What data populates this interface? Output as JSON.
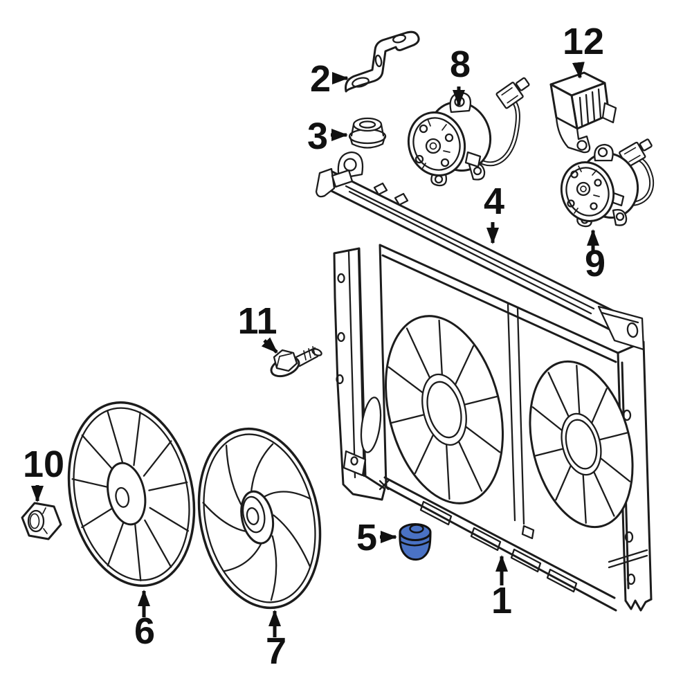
{
  "diagram": {
    "kind": "exploded-parts-diagram",
    "subject": "engine-cooling-fan-assembly",
    "colors": {
      "background": "#ffffff",
      "line": "#1c1c1c",
      "highlight": "#4a72c4"
    },
    "highlighted_callout": "5",
    "callouts": [
      {
        "number": "1",
        "part": "fan-shroud-assembly"
      },
      {
        "number": "2",
        "part": "mounting-bracket"
      },
      {
        "number": "3",
        "part": "insulator-grommet"
      },
      {
        "number": "4",
        "part": "upper-support-bar"
      },
      {
        "number": "5",
        "part": "rubber-mount-highlighted"
      },
      {
        "number": "6",
        "part": "fan-blade-left"
      },
      {
        "number": "7",
        "part": "fan-blade-center"
      },
      {
        "number": "8",
        "part": "fan-motor-upper"
      },
      {
        "number": "9",
        "part": "fan-motor-right"
      },
      {
        "number": "10",
        "part": "hex-nut"
      },
      {
        "number": "11",
        "part": "flange-bolt"
      },
      {
        "number": "12",
        "part": "fan-control-module"
      }
    ]
  }
}
